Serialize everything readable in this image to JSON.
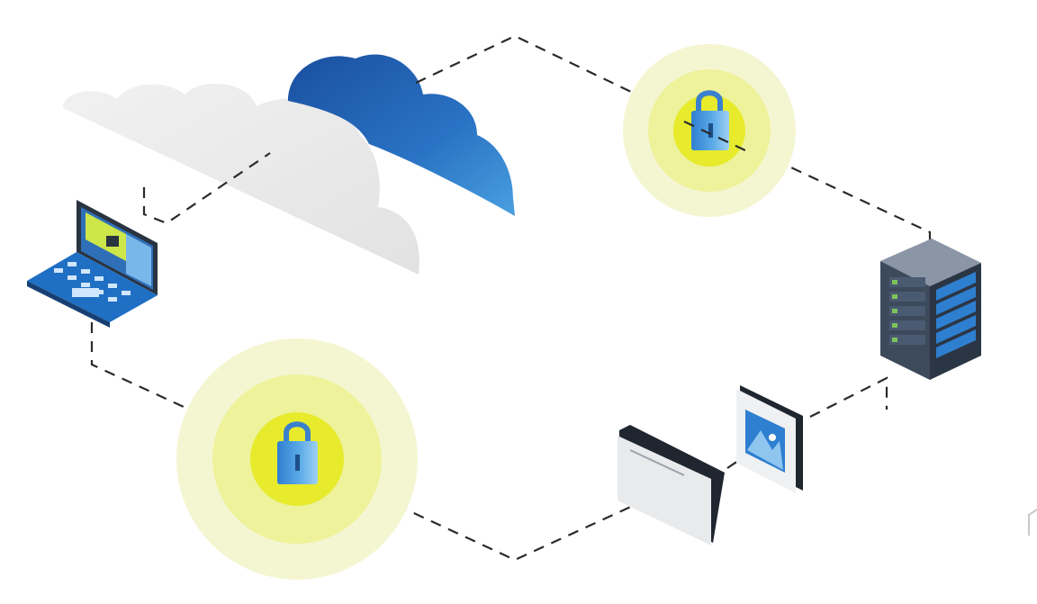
{
  "nodes": [
    {
      "id": "laptop",
      "icon": "laptop-lock-icon"
    },
    {
      "id": "server",
      "icon": "server-rack-icon"
    },
    {
      "id": "folder",
      "icon": "folder-icon"
    },
    {
      "id": "image-file",
      "icon": "image-file-icon"
    },
    {
      "id": "lock-top",
      "icon": "padlock-icon"
    },
    {
      "id": "lock-bottom",
      "icon": "padlock-icon"
    },
    {
      "id": "cloud-blue",
      "icon": "cloud-icon"
    },
    {
      "id": "cloud-gray",
      "icon": "cloud-icon"
    }
  ],
  "colors": {
    "cloud_blue": "#1f5fb0",
    "cloud_blue_light": "#3a8fd8",
    "cloud_gray": "#e9e9e9",
    "lock_glow": "#f3f4c8",
    "lock_glow_mid": "#eef19a",
    "lock_glow_core": "#e6ea2a",
    "lock_body": "#5aa8e6",
    "server_body": "#3d4a5c",
    "server_blue": "#2f7fd0",
    "laptop_frame": "#2a3340",
    "laptop_keys": "#3c97e0",
    "laptop_screen": "#cde64a",
    "dashed_line": "#2b2b2b"
  }
}
